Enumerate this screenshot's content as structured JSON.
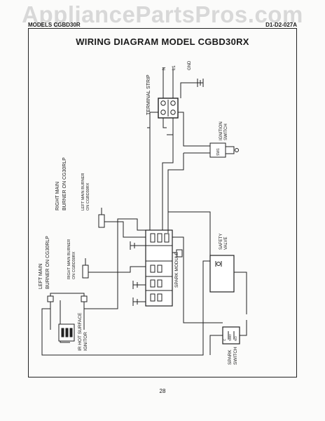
{
  "watermark": "AppliancePartsPros.com",
  "header": {
    "left": "MODELS CGBD30R",
    "right": "D1-D2-027A"
  },
  "title": "WIRING DIAGRAM MODEL CGBD30RX",
  "page_number": "28",
  "labels": {
    "terminal_strip": "TERMINAL STRIP",
    "gnd": "GND",
    "l1": "L1",
    "n": "N",
    "ignition_switch_1": "IGNITION",
    "ignition_switch_2": "SWITCH",
    "sw1": "SW1",
    "right_main_1": "RIGHT MAIN",
    "right_main_2": "BURNER ON CG30RLP",
    "left_main_burner_1": "LEFT MAIN BURNER",
    "left_main_burner_2": "ON CGBD30RX",
    "spark_module": "SPARK MODULE",
    "safety_valve_1": "SAFETY",
    "safety_valve_2": "VALVE",
    "left_main_1": "LEFT MAIN",
    "left_main_2": "BURNER ON CG30RLP",
    "right_main_burner_1": "RIGHT MAIN BURNER",
    "right_main_burner_2": "ON CGBD30RX",
    "igniter_1": "IR HOT SURFACE",
    "igniter_2": "IGNITOR",
    "spark_switch_1": "SPARK",
    "spark_switch_2": "SWITCH",
    "sw2": "SW2",
    "no": "NO",
    "c": "C"
  }
}
